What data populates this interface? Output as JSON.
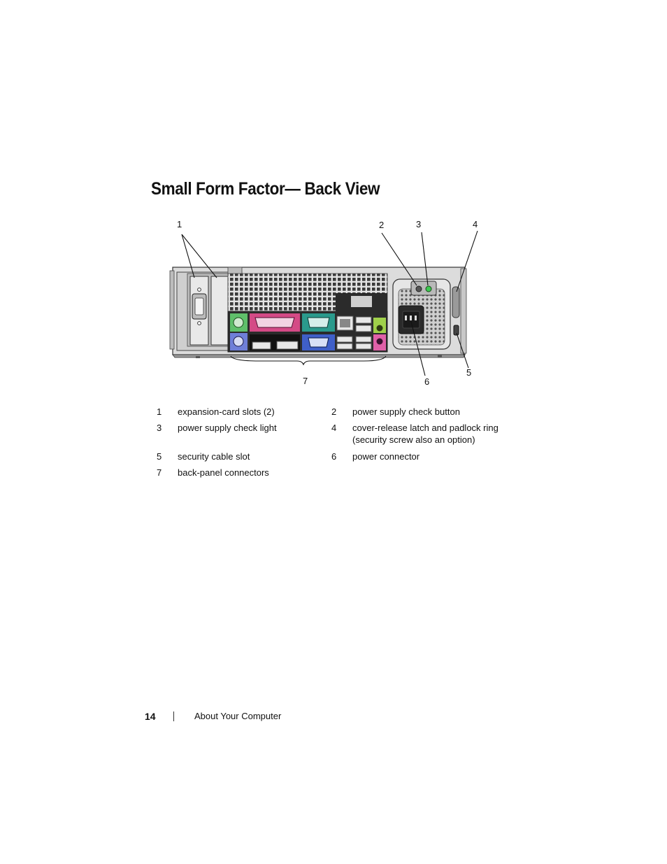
{
  "page": {
    "title": "Small Form Factor— Back View",
    "footer": {
      "page_number": "14",
      "section": "About Your Computer"
    }
  },
  "figure": {
    "callouts": [
      "1",
      "2",
      "3",
      "4",
      "5",
      "6",
      "7"
    ]
  },
  "legend": [
    {
      "num": "1",
      "text": "expansion-card slots (2)"
    },
    {
      "num": "2",
      "text": "power supply check button"
    },
    {
      "num": "3",
      "text": "power supply check light"
    },
    {
      "num": "4",
      "text": "cover-release latch and padlock ring",
      "text2": "(security screw also an option)"
    },
    {
      "num": "5",
      "text": "security cable slot"
    },
    {
      "num": "6",
      "text": "power connector"
    },
    {
      "num": "7",
      "text": "back-panel connectors"
    }
  ],
  "colors": {
    "ps2_mouse": "#5fbf6a",
    "ps2_keyboard": "#6f7fd8",
    "parallel": "#d44a86",
    "serial": "#2a9a8c",
    "vga": "#3f5fc8",
    "line_out": "#9fd04a",
    "mic_in": "#e060a8",
    "power_light": "#3cc850"
  }
}
